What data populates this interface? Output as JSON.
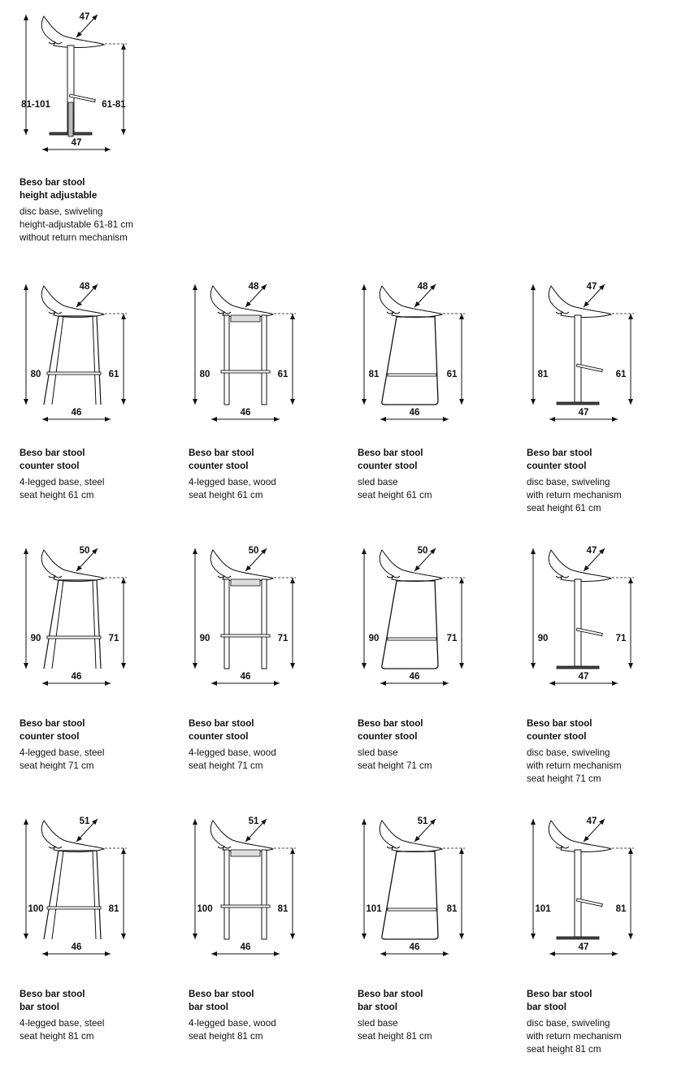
{
  "catalog": {
    "rows": [
      [
        {
          "base": "disc-lever",
          "dims": {
            "depth": "47",
            "overall": "81-101",
            "seat": "61-81",
            "width": "47"
          },
          "title": [
            "Beso bar stool",
            "height adjustable"
          ],
          "desc": [
            "disc base, swiveling",
            "height-adjustable 61-81 cm",
            "without return mechanism"
          ]
        }
      ],
      [
        {
          "base": "steel",
          "dims": {
            "depth": "48",
            "overall": "80",
            "seat": "61",
            "width": "46"
          },
          "title": [
            "Beso bar stool",
            "counter stool"
          ],
          "desc": [
            "4-legged base, steel",
            "seat height 61 cm"
          ]
        },
        {
          "base": "wood",
          "dims": {
            "depth": "48",
            "overall": "80",
            "seat": "61",
            "width": "46"
          },
          "title": [
            "Beso bar stool",
            "counter stool"
          ],
          "desc": [
            "4-legged base, wood",
            "seat height 61 cm"
          ]
        },
        {
          "base": "sled",
          "dims": {
            "depth": "48",
            "overall": "81",
            "seat": "61",
            "width": "46"
          },
          "title": [
            "Beso bar stool",
            "counter stool"
          ],
          "desc": [
            "sled base",
            "seat height 61 cm"
          ]
        },
        {
          "base": "disc",
          "dims": {
            "depth": "47",
            "overall": "81",
            "seat": "61",
            "width": "47"
          },
          "title": [
            "Beso bar stool",
            "counter stool"
          ],
          "desc": [
            "disc base, swiveling",
            "with return mechanism",
            "seat height 61 cm"
          ]
        }
      ],
      [
        {
          "base": "steel",
          "dims": {
            "depth": "50",
            "overall": "90",
            "seat": "71",
            "width": "46"
          },
          "title": [
            "Beso bar stool",
            "counter stool"
          ],
          "desc": [
            "4-legged base, steel",
            "seat height 71 cm"
          ]
        },
        {
          "base": "wood",
          "dims": {
            "depth": "50",
            "overall": "90",
            "seat": "71",
            "width": "46"
          },
          "title": [
            "Beso bar stool",
            "counter stool"
          ],
          "desc": [
            "4-legged base, wood",
            "seat height 71 cm"
          ]
        },
        {
          "base": "sled",
          "dims": {
            "depth": "50",
            "overall": "90",
            "seat": "71",
            "width": "46"
          },
          "title": [
            "Beso bar stool",
            "counter stool"
          ],
          "desc": [
            "sled base",
            "seat height 71 cm"
          ]
        },
        {
          "base": "disc",
          "dims": {
            "depth": "47",
            "overall": "90",
            "seat": "71",
            "width": "47"
          },
          "title": [
            "Beso bar stool",
            "counter stool"
          ],
          "desc": [
            "disc base, swiveling",
            "with return mechanism",
            "seat height 71 cm"
          ]
        }
      ],
      [
        {
          "base": "steel",
          "dims": {
            "depth": "51",
            "overall": "100",
            "seat": "81",
            "width": "46"
          },
          "title": [
            "Beso bar stool",
            "bar stool"
          ],
          "desc": [
            "4-legged base, steel",
            "seat height 81 cm"
          ]
        },
        {
          "base": "wood",
          "dims": {
            "depth": "51",
            "overall": "100",
            "seat": "81",
            "width": "46"
          },
          "title": [
            "Beso bar stool",
            "bar stool"
          ],
          "desc": [
            "4-legged base, wood",
            "seat height 81 cm"
          ]
        },
        {
          "base": "sled",
          "dims": {
            "depth": "51",
            "overall": "101",
            "seat": "81",
            "width": "46"
          },
          "title": [
            "Beso bar stool",
            "bar stool"
          ],
          "desc": [
            "sled base",
            "seat height 81 cm"
          ]
        },
        {
          "base": "disc",
          "dims": {
            "depth": "47",
            "overall": "101",
            "seat": "81",
            "width": "47"
          },
          "title": [
            "Beso bar stool",
            "bar stool"
          ],
          "desc": [
            "disc base, swiveling",
            "with return mechanism",
            "seat height 81 cm"
          ]
        }
      ]
    ]
  }
}
